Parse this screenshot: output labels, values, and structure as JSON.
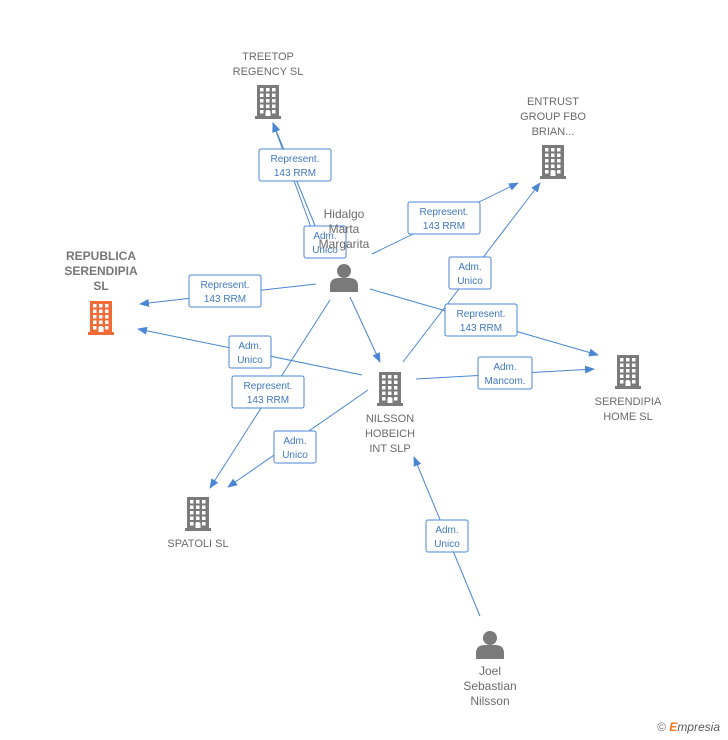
{
  "nodes": [
    {
      "id": "treetop",
      "type": "company",
      "label": [
        "TREETOP",
        "REGENCY  SL"
      ],
      "color": "#7a7a7a"
    },
    {
      "id": "entrust",
      "type": "company",
      "label": [
        "ENTRUST",
        "GROUP FBO",
        "BRIAN..."
      ],
      "color": "#7a7a7a"
    },
    {
      "id": "republica",
      "type": "company",
      "label": [
        "REPUBLICA",
        "SERENDIPIA",
        "SL"
      ],
      "color": "#f26a35",
      "focus": true
    },
    {
      "id": "hidalgo",
      "type": "person",
      "label": [
        "Hidalgo",
        "Marta",
        "Margarita"
      ],
      "color": "#7a7a7a"
    },
    {
      "id": "serendipia_home",
      "type": "company",
      "label": [
        "SERENDIPIA",
        "HOME  SL"
      ],
      "color": "#7a7a7a"
    },
    {
      "id": "nilsson_int",
      "type": "company",
      "label": [
        "NILSSON",
        "HOBEICH",
        "INT  SLP"
      ],
      "color": "#7a7a7a"
    },
    {
      "id": "spatoli",
      "type": "company",
      "label": [
        "SPATOLI  SL"
      ],
      "color": "#7a7a7a"
    },
    {
      "id": "joel",
      "type": "person",
      "label": [
        "Joel",
        "Sebastian",
        "Nilsson"
      ],
      "color": "#7a7a7a"
    }
  ],
  "edges": [
    {
      "from": "hidalgo",
      "to": "treetop",
      "label": [
        "Represent.",
        "143 RRM"
      ]
    },
    {
      "from": "hidalgo",
      "to": "treetop",
      "label": [
        "Adm.",
        "Unico"
      ]
    },
    {
      "from": "hidalgo",
      "to": "entrust",
      "label": [
        "Represent.",
        "143 RRM"
      ]
    },
    {
      "from": "hidalgo",
      "to": "republica",
      "label": [
        "Represent.",
        "143 RRM"
      ]
    },
    {
      "from": "hidalgo",
      "to": "serendipia_home",
      "label": [
        "Represent.",
        "143 RRM"
      ]
    },
    {
      "from": "hidalgo",
      "to": "spatoli",
      "label": [
        "Represent.",
        "143 RRM"
      ]
    },
    {
      "from": "hidalgo",
      "to": "nilsson_int",
      "label": []
    },
    {
      "from": "nilsson_int",
      "to": "entrust",
      "label": [
        "Adm.",
        "Unico"
      ]
    },
    {
      "from": "nilsson_int",
      "to": "republica",
      "label": [
        "Adm.",
        "Unico"
      ]
    },
    {
      "from": "nilsson_int",
      "to": "serendipia_home",
      "label": [
        "Adm.",
        "Mancom."
      ]
    },
    {
      "from": "nilsson_int",
      "to": "spatoli",
      "label": [
        "Adm.",
        "Unico"
      ]
    },
    {
      "from": "joel",
      "to": "nilsson_int",
      "label": [
        "Adm.",
        "Unico"
      ]
    }
  ],
  "credit": {
    "symbol": "©",
    "brand_initial": "E",
    "brand_rest": "mpresia"
  },
  "colors": {
    "edge": "#4a86d4",
    "edge_text": "#3f78c2",
    "node": "#7a7a7a",
    "focus": "#f26a35"
  }
}
